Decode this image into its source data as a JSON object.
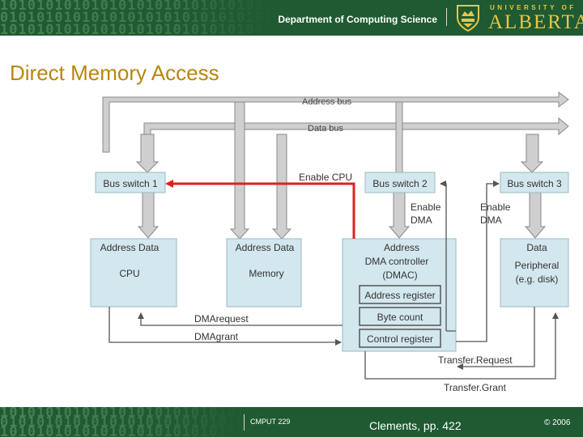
{
  "header": {
    "department": "Department of Computing Science",
    "logo_small": "UNIVERSITY OF",
    "logo_big": "ALBERTA",
    "binary_lines": [
      "10101010101010101010101010101010101010",
      "01010101010101010101010101010101010101",
      "10101010101010101010101010101010101010"
    ]
  },
  "title": "Direct Memory Access",
  "diagram": {
    "buses": {
      "address": "Address bus",
      "data": "Data bus"
    },
    "switches": {
      "s1": "Bus switch 1",
      "s2": "Bus switch 2",
      "s3": "Bus switch 3"
    },
    "cpu": {
      "top": "Address Data",
      "name": "CPU"
    },
    "memory": {
      "top": "Address Data",
      "name": "Memory"
    },
    "dmac": {
      "top": "Address",
      "name1": "DMA controller",
      "name2": "(DMAC)",
      "registers": [
        "Address register",
        "Byte count",
        "Control register"
      ]
    },
    "peripheral": {
      "top": "Data",
      "name1": "Peripheral",
      "name2": "(e.g. disk)"
    },
    "signals": {
      "enable_cpu": "Enable CPU",
      "enable_dma_a1": "Enable",
      "enable_dma_a2": "DMA",
      "enable_dma_b1": "Enable",
      "enable_dma_b2": "DMA",
      "dma_request": "DMArequest",
      "dma_grant": "DMAgrant",
      "transfer_request": "Transfer.Request",
      "transfer_grant": "Transfer.Grant"
    },
    "colors": {
      "box": "#d3e7ee",
      "bus": "#c8c8c8",
      "arrow": "#666666",
      "highlight": "#e02020"
    }
  },
  "footer": {
    "course": "CMPUT 229",
    "citation": "Clements, pp. 422",
    "copyright": "© 2006",
    "binary_lines": [
      "10101010101010101010101010101010101010",
      "01010101010101010101010101010101010101",
      "10101010101010101010101010101010101010"
    ]
  }
}
